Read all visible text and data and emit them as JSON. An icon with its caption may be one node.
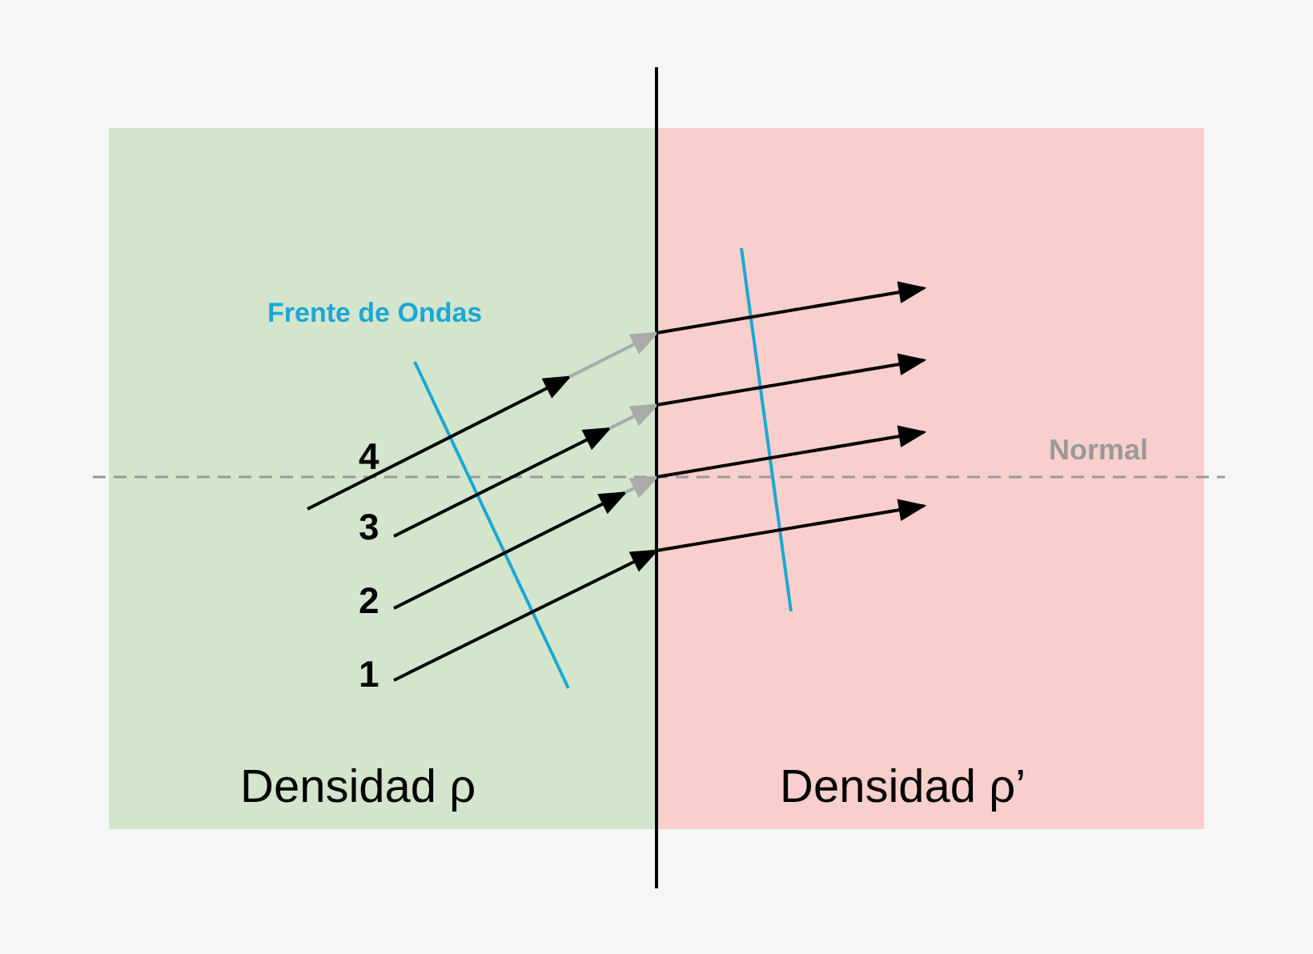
{
  "diagram": {
    "labels": [
      "Frente de Ondas",
      "Normal",
      "4",
      "3",
      "2",
      "1",
      "Densidad ρ",
      "Densidad ρ’"
    ]
  }
}
